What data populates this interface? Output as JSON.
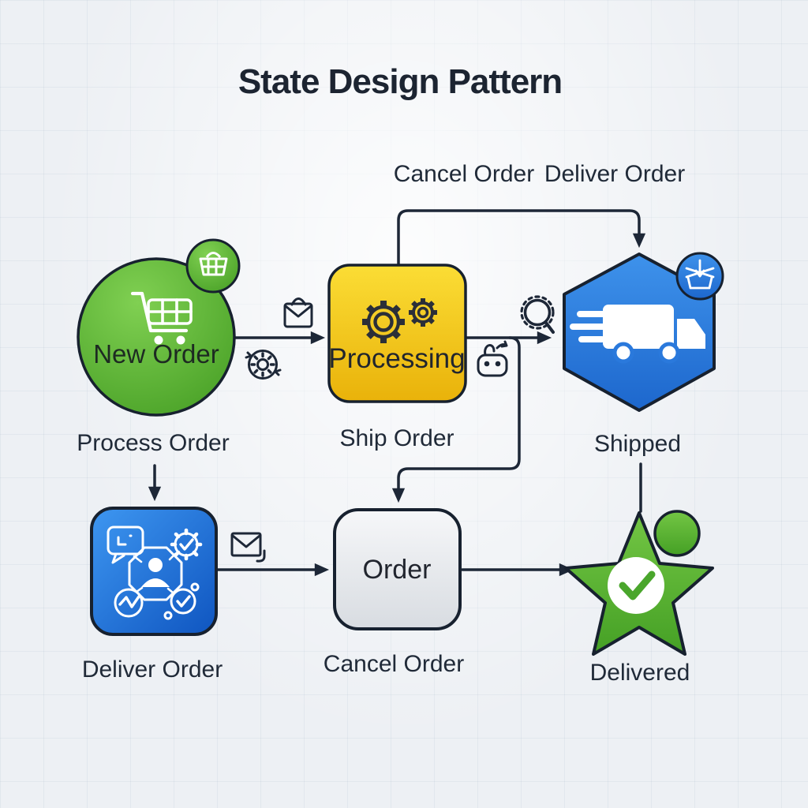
{
  "title": "State Design Pattern",
  "colors": {
    "ink": "#1d2737",
    "background": "#edf0f4",
    "green": "#5cb434",
    "yellow": "#f3c414",
    "blue_hexagon": "#2b7fdd",
    "blue_square": "#2272d8",
    "gray_box": "#e9ebee",
    "star_green": "#5ab633",
    "check_green": "#4aa62c"
  },
  "top_transitions": {
    "cancel": "Cancel Order",
    "deliver": "Deliver Order"
  },
  "states": {
    "new_order": {
      "label": "New Order",
      "caption": "Process Order",
      "shape": "circle",
      "icon": "shopping-cart",
      "badge_icon": "shopping-basket"
    },
    "processing": {
      "label": "Processing",
      "caption": "Ship Order",
      "shape": "rounded-square",
      "icon": "gears"
    },
    "shipped": {
      "label": "",
      "caption": "Shipped",
      "shape": "hexagon",
      "icon": "delivery-truck",
      "badge_icon": "open-package"
    },
    "deliver_order": {
      "label": "",
      "caption": "Deliver Order",
      "shape": "rounded-square",
      "icon": "fulfillment-workflow"
    },
    "order": {
      "label": "Order",
      "caption": "Cancel Order",
      "shape": "rounded-square"
    },
    "delivered": {
      "label": "",
      "caption": "Delivered",
      "shape": "star",
      "icon": "check-circle",
      "badge_icon": "circle-badge"
    }
  },
  "transition_icons": [
    "shopping-bag-envelope",
    "gear-sync",
    "gear-magnifier",
    "bag-curved-arrow",
    "envelope-send"
  ]
}
